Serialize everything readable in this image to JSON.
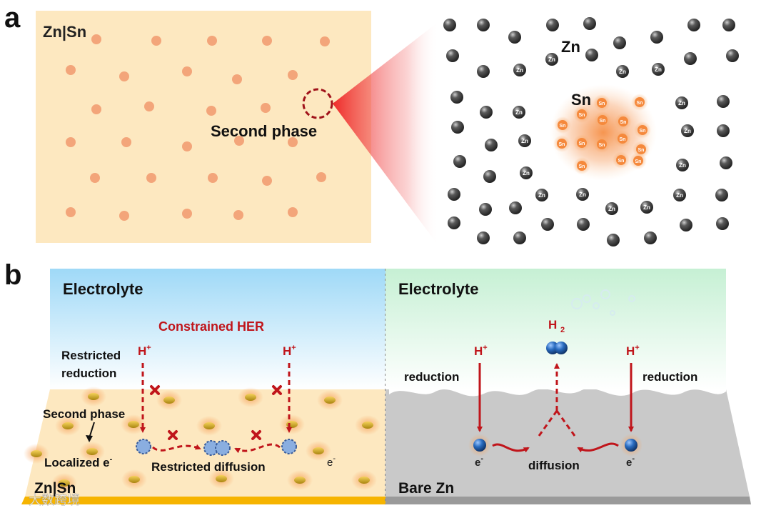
{
  "panel_a": {
    "letter": "a",
    "alloy_label": "Zn|Sn",
    "second_phase_label": "Second phase",
    "zoom": {
      "zn_label": "Zn",
      "sn_label": "Sn",
      "zn_atom_text": "Zn",
      "sn_atom_text": "Sn"
    }
  },
  "panel_b": {
    "letter": "b",
    "left": {
      "electrolyte_label": "Electrolyte",
      "constrained_her_label": "Constrained HER",
      "h_plus": "H+",
      "restricted_reduction_label": [
        "Restricted",
        "reduction"
      ],
      "second_phase_label": "Second phase",
      "localized_e_label": "Localized e-",
      "restricted_diffusion_label": "Restricted diffusion",
      "e_minus": "e-",
      "substrate_label": "Zn|Sn"
    },
    "right": {
      "electrolyte_label": "Electrolyte",
      "h2_label": "H2",
      "h_plus": "H+",
      "reduction_label": "reduction",
      "diffusion_label": "diffusion",
      "e_minus": "e-",
      "substrate_label": "Bare Zn"
    }
  },
  "watermark": "大数跨境",
  "colors": {
    "alloy_bg": "#fde8c0",
    "second_phase_dot": "#f3a57a",
    "zn_atom": "#3a3a3a",
    "sn_glow": "#f5893c",
    "zoom_cone": "#ee2222",
    "red_text": "#c0151b",
    "electrolyte_left": "#9fd9f7",
    "electrolyte_right": "#c6f0d4",
    "bare_zn": "#c9c9c9",
    "gold_particle": "#c8a21c",
    "h_ion": "#1f5fa7",
    "restricted_ion": "#8aaee0"
  }
}
